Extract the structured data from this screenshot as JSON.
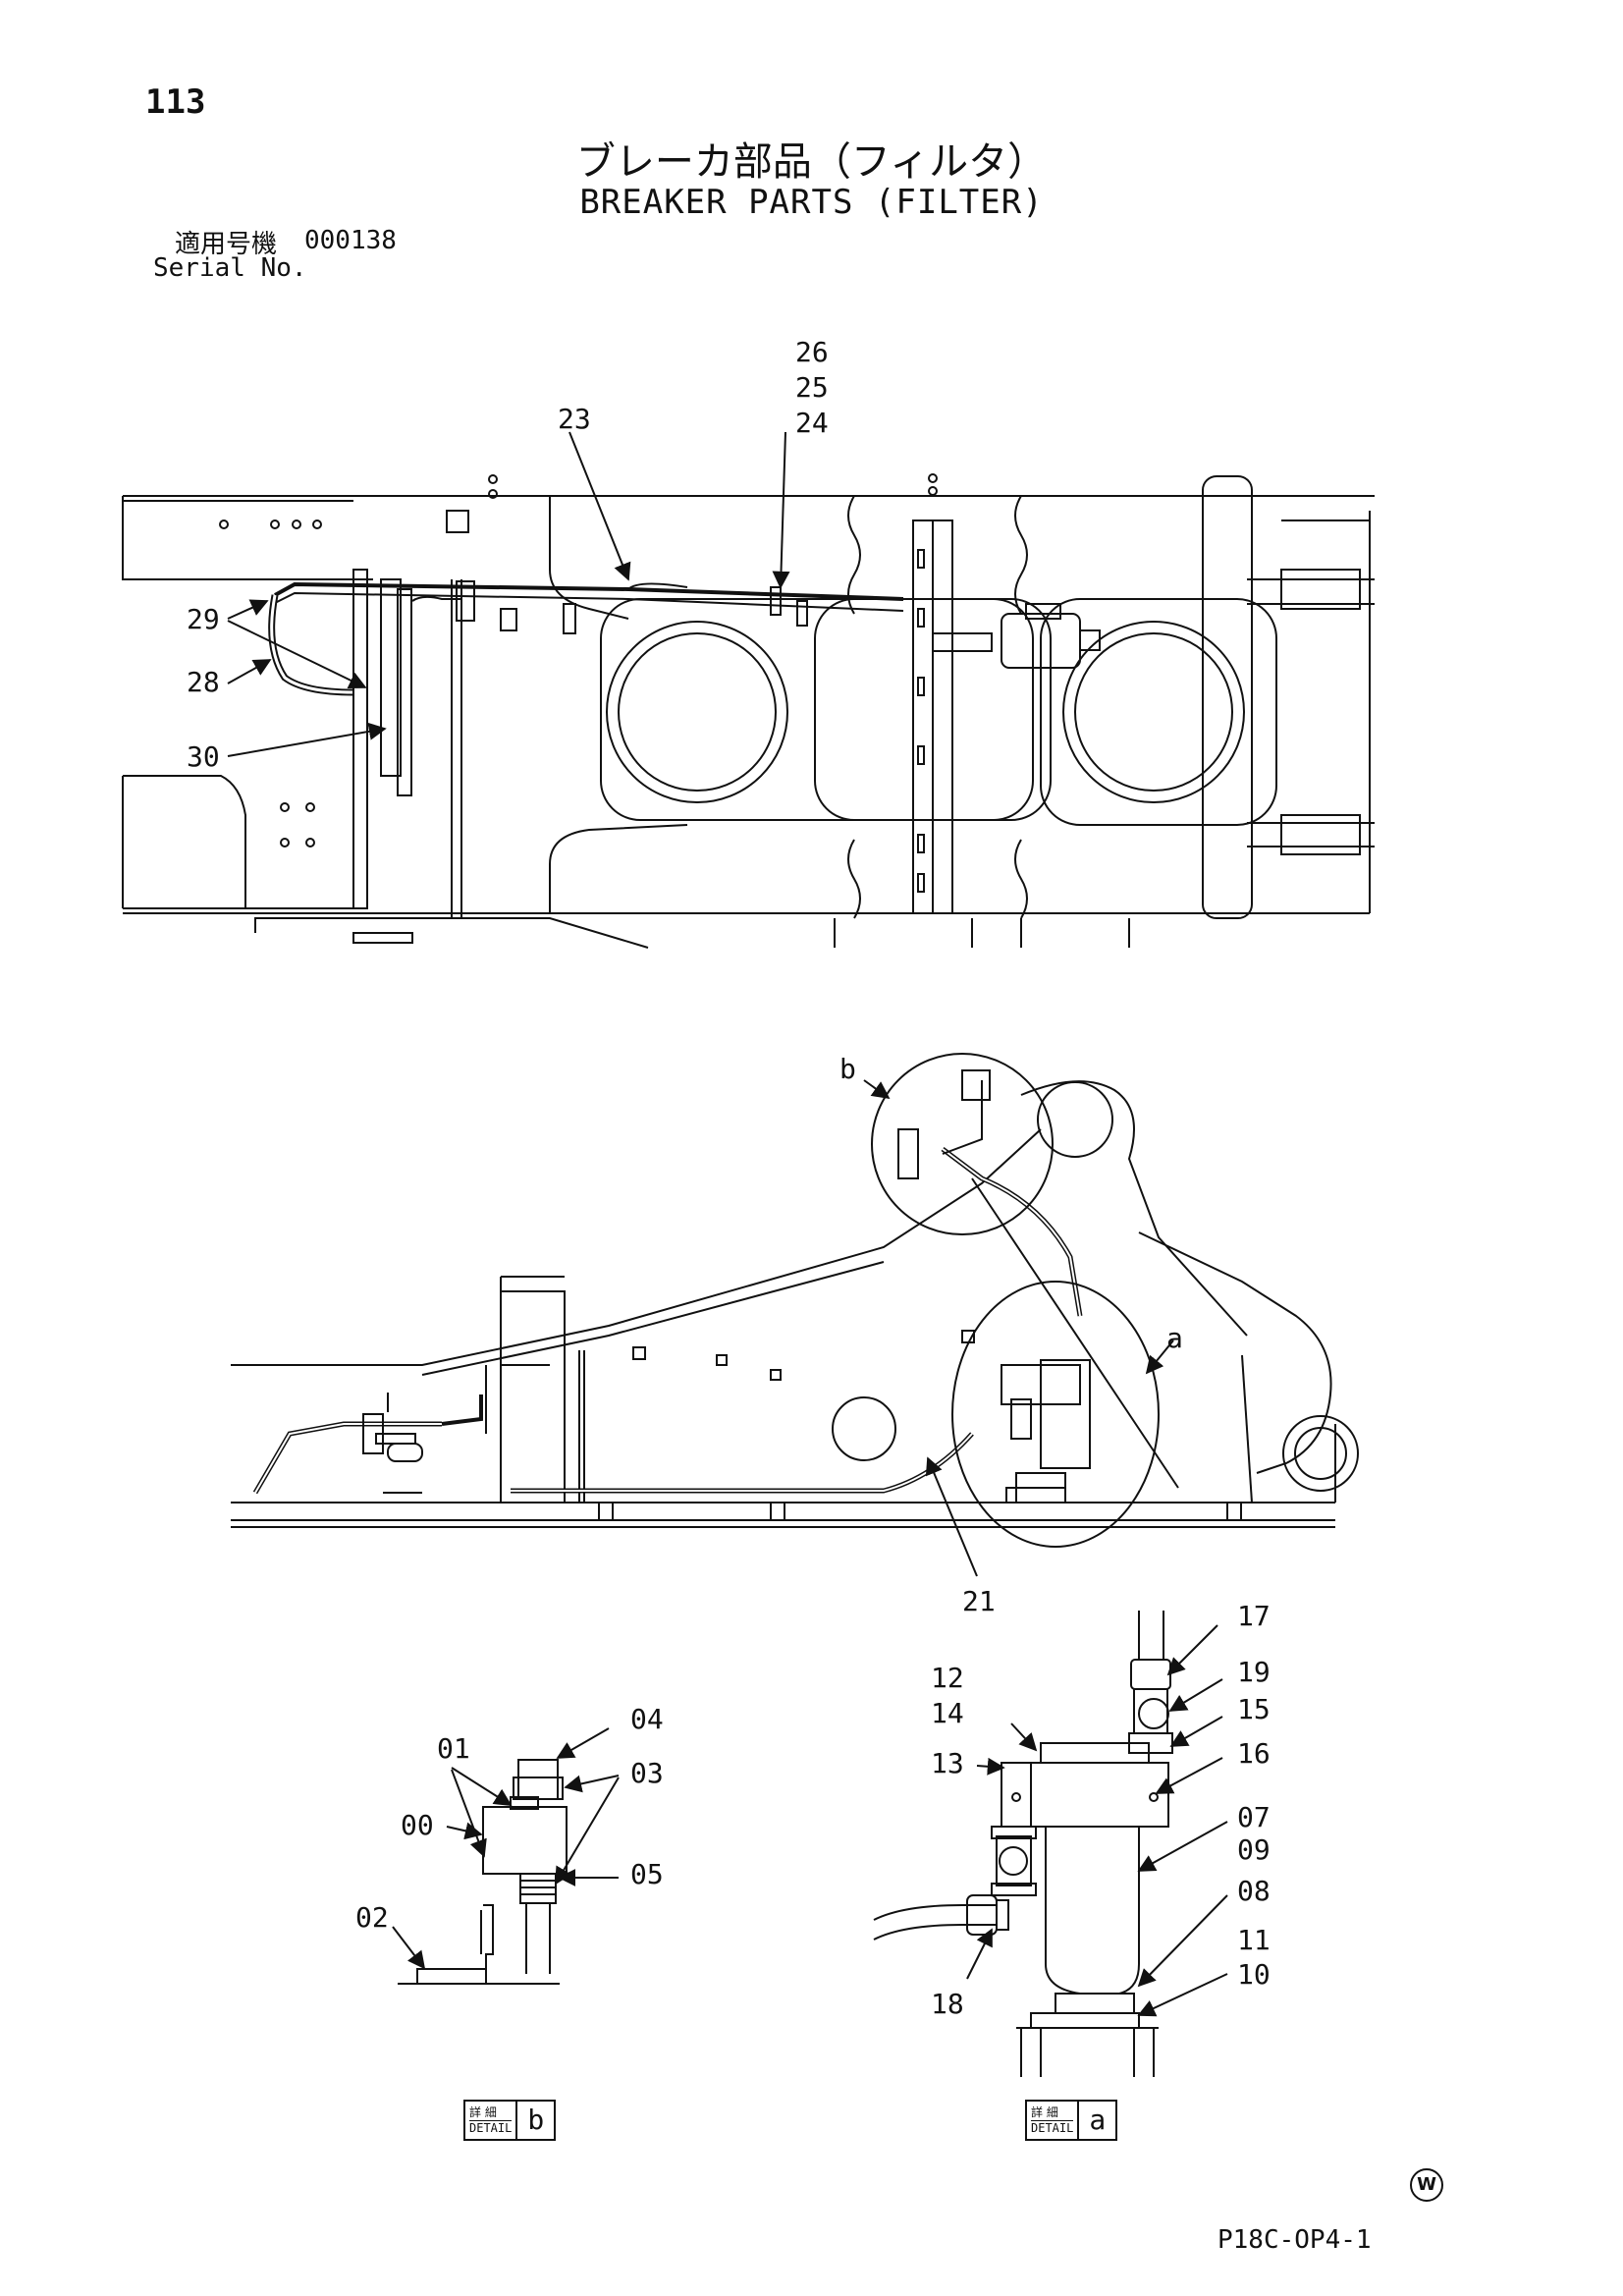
{
  "page": {
    "number": "113",
    "title_jp": "ブレーカ部品（フィルタ）",
    "title_en": "BREAKER PARTS (FILTER)",
    "serial_label_jp": "適用号機",
    "serial_value": "000138",
    "serial_label_en": "Serial No.",
    "drawing_code": "P18C-OP4-1",
    "watermark_symbol": "W"
  },
  "top_view": {
    "callouts": [
      "26",
      "25",
      "24",
      "23",
      "29",
      "28",
      "30"
    ]
  },
  "side_view": {
    "callouts": [
      "b",
      "a",
      "21"
    ]
  },
  "detail_b": {
    "callouts": [
      "01",
      "04",
      "03",
      "00",
      "05",
      "02"
    ],
    "box_jp": "詳 細",
    "box_en": "DETAIL",
    "box_letter": "b"
  },
  "detail_a": {
    "callouts": [
      "17",
      "12",
      "19",
      "14",
      "15",
      "13",
      "16",
      "07",
      "09",
      "08",
      "11",
      "10",
      "18"
    ],
    "box_jp": "詳 細",
    "box_en": "DETAIL",
    "box_letter": "a"
  }
}
